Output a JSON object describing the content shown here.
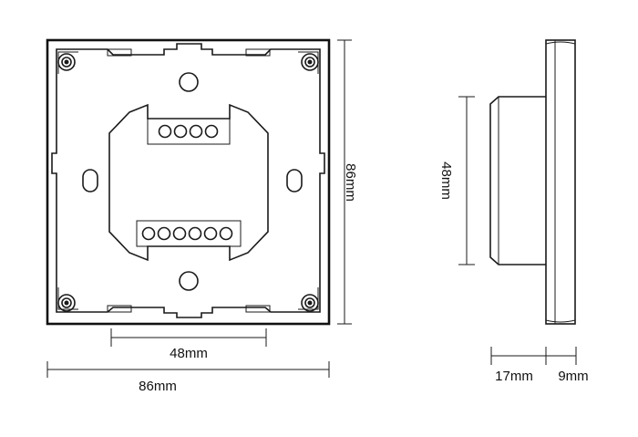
{
  "front_view": {
    "width_label": "86mm",
    "height_label": "86mm",
    "hole_spacing_label": "48mm"
  },
  "side_view": {
    "box_height_label": "48mm",
    "back_depth_label": "17mm",
    "panel_depth_label": "9mm"
  },
  "colors": {
    "line": "#1a1a1a",
    "background": "#ffffff"
  }
}
